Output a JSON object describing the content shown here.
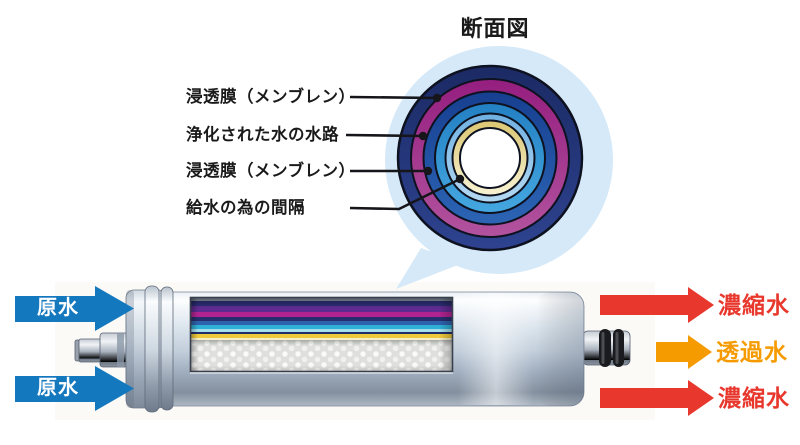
{
  "diagram": {
    "title": "断面図",
    "callouts": [
      "浸透膜（メンブレン）",
      "浄化された水の水路",
      "浸透膜（メンブレン）",
      "給水の為の間隔"
    ],
    "bubble_color": "#d6e9f8",
    "ring_colors": {
      "outer_navy": "#202f6d",
      "membrane_magenta": "#a32787",
      "royal_blue": "#1d4fa2",
      "water_channel_blue": "#2c8ecf",
      "membrane_light_blue": "#79b7e5",
      "feed_spacer_cream": "#e9db96",
      "core_white": "#ffffff"
    }
  },
  "filter": {
    "inlet_color": "#1478bf",
    "inlet_arrows": [
      {
        "label": "原水"
      },
      {
        "label": "原水"
      }
    ],
    "outlet_arrows": [
      {
        "label": "濃縮水",
        "color": "#e8382d"
      },
      {
        "label": "透過水",
        "color": "#f59b00"
      },
      {
        "label": "濃縮水",
        "color": "#e8382d"
      }
    ]
  }
}
